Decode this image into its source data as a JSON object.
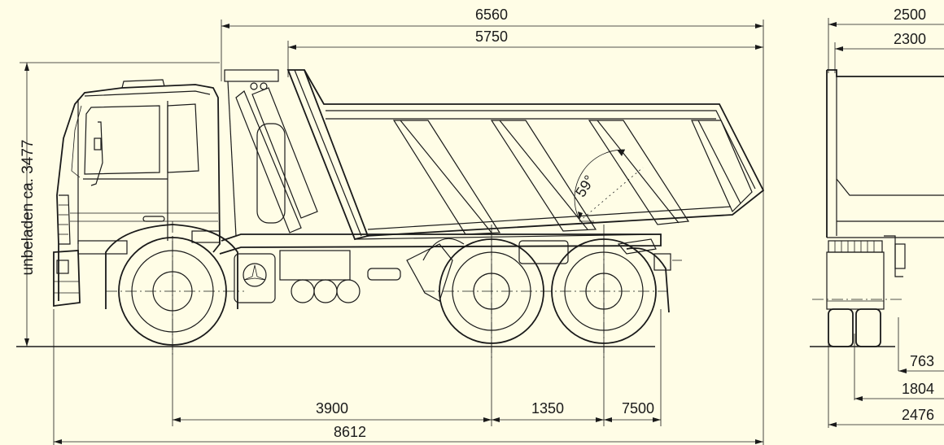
{
  "dimensions": {
    "overall_length": "8612",
    "cab_to_rear": "6560",
    "body_length": "5750",
    "wheelbase_front": "3900",
    "tandem_spacing": "1350",
    "rear_overhang": "7500",
    "overall_width": "2500",
    "body_width": "2300",
    "height_label": "unbeladen ca. 3477",
    "tip_angle": "59°",
    "rear_dim_1": "763",
    "rear_dim_2": "1804",
    "rear_dim_3": "2476"
  },
  "colors": {
    "background": "#fffde6",
    "line": "#1a1a1a"
  }
}
